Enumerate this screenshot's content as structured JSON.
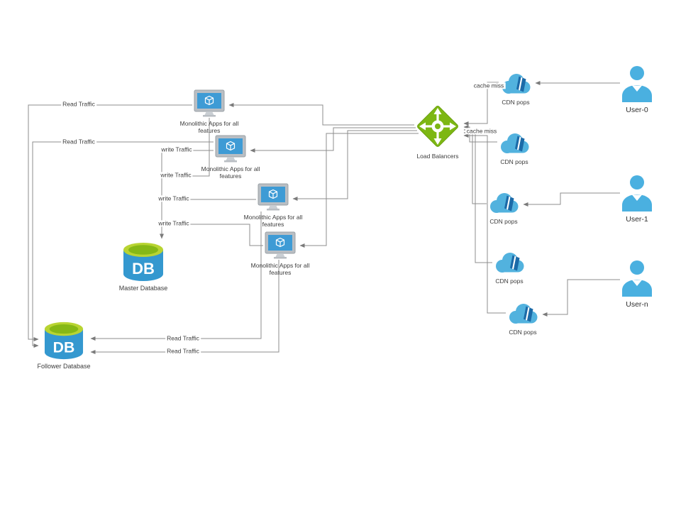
{
  "nodes": {
    "apps": [
      {
        "label": "Monolithic Apps for all features"
      },
      {
        "label": "Monolithic Apps for all features"
      },
      {
        "label": "Monolithic Apps for all features"
      },
      {
        "label": "Monolithic Apps for all features"
      }
    ],
    "load_balancer": {
      "label": "Load Balancers"
    },
    "cdn_pops": [
      {
        "label": "CDN pops"
      },
      {
        "label": "CDN pops"
      },
      {
        "label": "CDN pops"
      },
      {
        "label": "CDN pops"
      },
      {
        "label": "CDN pops"
      }
    ],
    "users": [
      {
        "label": "User-0"
      },
      {
        "label": "User-1"
      },
      {
        "label": "User-n"
      }
    ],
    "master_db": {
      "label": "Master Database",
      "short": "DB"
    },
    "follower_db": {
      "label": "Follower Database",
      "short": "DB"
    }
  },
  "edge_labels": {
    "rt1": "Read Traffic",
    "rt2": "Read Traffic",
    "wt1": "write Traffic",
    "wt2": "write Traffic",
    "wt3": "write Traffic",
    "wt4": "write Traffic",
    "rt3": "Read Traffic",
    "rt4": "Read Traffic",
    "cm1": "cache miss",
    "cm2": "cache miss"
  },
  "colors": {
    "azure_blue": "#3e9bd5",
    "light_blue": "#52b2de",
    "dark_blue": "#1b6aa8",
    "monitor_gray": "#b9bec3",
    "lb_green": "#7db713",
    "db_top_green": "#b8d432",
    "db_top_inner_green": "#86b816",
    "db_body_blue": "#3498cf",
    "connector_gray": "#8c8c8c"
  }
}
